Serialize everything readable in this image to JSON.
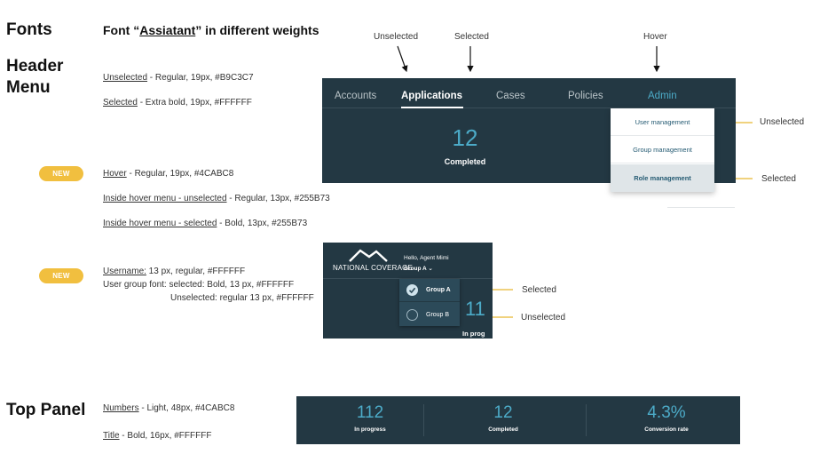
{
  "sections": {
    "fonts": "Fonts",
    "header_menu": "Header\nMenu",
    "top_panel": "Top Panel"
  },
  "font_title": {
    "prefix": "Font “",
    "name": "Assiatant",
    "suffix": "” in different weights"
  },
  "header_specs": [
    {
      "label": "Unselected",
      "desc": " - Regular, 19px, #B9C3C7"
    },
    {
      "label": "Selected",
      "desc": " - Extra bold, 19px, #FFFFFF"
    },
    {
      "label": "Hover",
      "desc": " - Regular, 19px, #4CABC8"
    },
    {
      "label": "Inside hover menu - unselected",
      "desc": " - Regular, 13px, #255B73"
    },
    {
      "label": "Inside hover menu - selected",
      "desc": " - Bold, 13px, #255B73"
    }
  ],
  "username_specs": {
    "label": "Username:",
    "desc": "  13 px, regular, #FFFFFF",
    "line2": "User group font: selected: Bold, 13 px, #FFFFFF",
    "line3": "Unselected: regular 13 px, #FFFFFF"
  },
  "top_panel_specs": [
    {
      "label": "Numbers",
      "desc": " - Light, 48px, #4CABC8"
    },
    {
      "label": "Title",
      "desc": " - Bold, 16px, #FFFFFF"
    }
  ],
  "badges": [
    "NEW",
    "NEW"
  ],
  "annotations": {
    "unselected": "Unselected",
    "selected": "Selected",
    "hover": "Hover"
  },
  "header_mock": {
    "nav": [
      "Accounts",
      "Applications",
      "Cases",
      "Policies",
      "Admin"
    ],
    "stat_value": "12",
    "stat_label": "Completed",
    "menu": [
      "User management",
      "Group management",
      "Role management"
    ]
  },
  "callouts_menu": [
    "Unselected",
    "Selected"
  ],
  "user_mock": {
    "logo": "NATIONAL COVERAGE",
    "hello": "Hello, Agent Mimi",
    "group": "Group A",
    "options": [
      "Group A",
      "Group B"
    ],
    "partial_value": "11",
    "partial_label": "In prog"
  },
  "callouts_user": [
    "Selected",
    "Unselected"
  ],
  "top_panel": [
    {
      "value": "112",
      "label": "In progress"
    },
    {
      "value": "12",
      "label": "Completed"
    },
    {
      "value": "4.3%",
      "label": "Conversion rate"
    }
  ],
  "colors": {
    "panel_bg": "#233843",
    "unselected": "#B9C3C7",
    "hover": "#4CABC8",
    "menu_text": "#255B73",
    "badge": "#F1BF3F",
    "arrow": "#E8B830"
  }
}
